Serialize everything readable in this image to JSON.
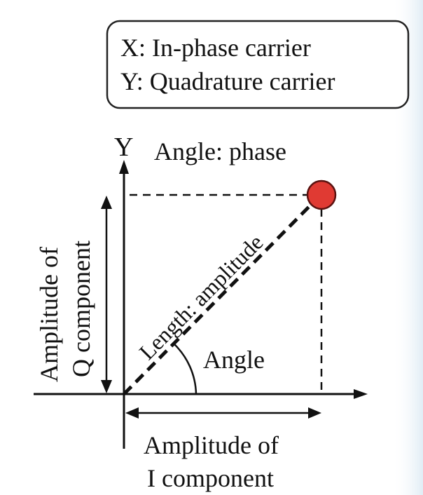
{
  "legend": {
    "line1": "X: In-phase carrier",
    "line2": "Y: Quadrature carrier"
  },
  "axes": {
    "y_label": "Y"
  },
  "labels": {
    "angle_phase": "Angle: phase",
    "length_amplitude": "Length: amplitude",
    "angle": "Angle",
    "q_amplitude_line1": "Amplitude of",
    "q_amplitude_line2": "Q component",
    "i_amplitude_line1": "Amplitude of",
    "i_amplitude_line2": "I component"
  },
  "colors": {
    "point_fill": "#e03a33",
    "point_stroke": "#5a1210",
    "line": "#111111",
    "legend_border": "#222222",
    "side_tint": "#dbe9f3"
  }
}
